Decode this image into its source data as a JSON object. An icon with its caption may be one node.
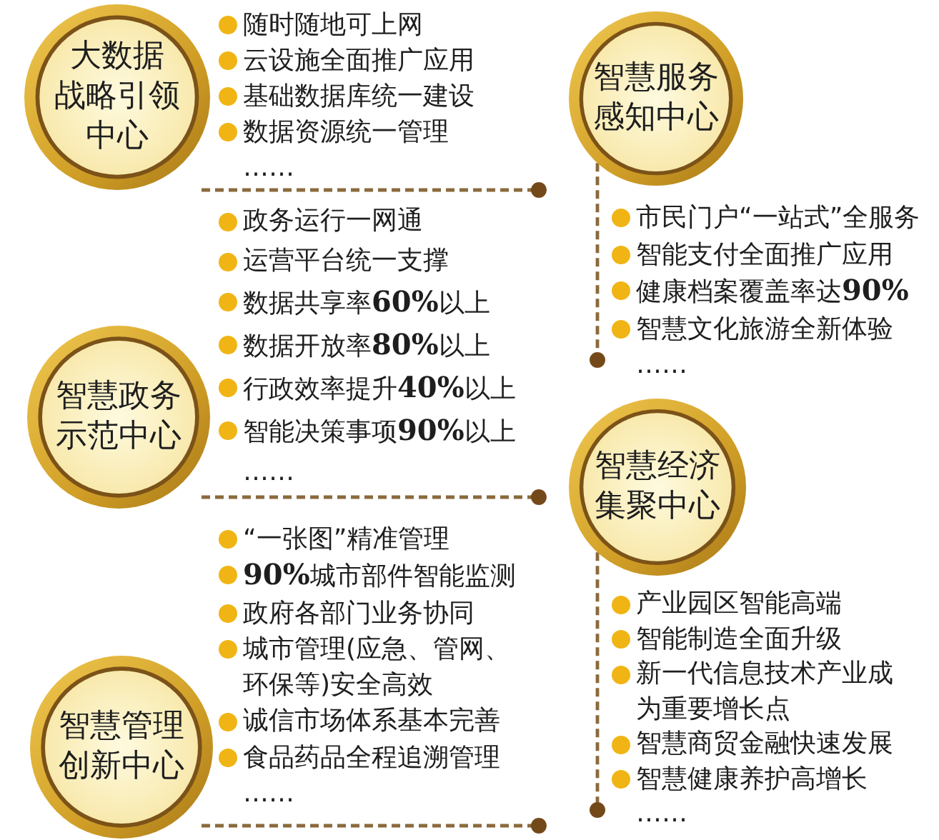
{
  "diagram": {
    "nodes": [
      {
        "text": [
          "大数据战略引领中心"
        ],
        "beside": [
          "随时随地可上网",
          "云设施全面推广应用",
          "基础数据库统一建设",
          "数据资源统一管理",
          "……"
        ]
      },
      {
        "text": [
          "智慧服务感知中心"
        ],
        "beside": [
          "市民门户“一站式”全服务",
          "智能支付全面推广应用",
          "健康档案覆盖率达**90%**",
          "智慧文化旅游全新体验",
          "……"
        ]
      },
      {
        "text": [
          "智慧政务示范中心"
        ],
        "beside": [
          "政务运行一网通",
          "运营平台统一支撑",
          "数据共享率**60%**以上",
          "数据开放率**80%**以上",
          "行政效率提升**40%**以上",
          "智能决策事项**90%**以上",
          "……"
        ]
      },
      {
        "text": [
          "智慧经济集聚中心"
        ],
        "beside": [
          "产业园区智能高端",
          "智能制造全面升级",
          "新一代信息技术产业成为重要增长点",
          "智慧商贸金融快速发展",
          "智慧健康养护高增长",
          "……"
        ]
      },
      {
        "text": [
          "智慧管理创新中心"
        ],
        "beside": [
          "“一张图”精准管理",
          "**90%**城市部件智能监测",
          "政府各部门业务协同",
          "城市管理(应急、管网、环保等)安全高效",
          "诚信市场体系基本完善",
          "食品药品全程追溯管理",
          "……"
        ]
      }
    ],
    "edges": [
      {
        "from": 1,
        "to": null,
        "arrow": "other",
        "style": "dashed"
      },
      {
        "from": 3,
        "to": null,
        "arrow": "other",
        "style": "dashed"
      }
    ]
  }
}
